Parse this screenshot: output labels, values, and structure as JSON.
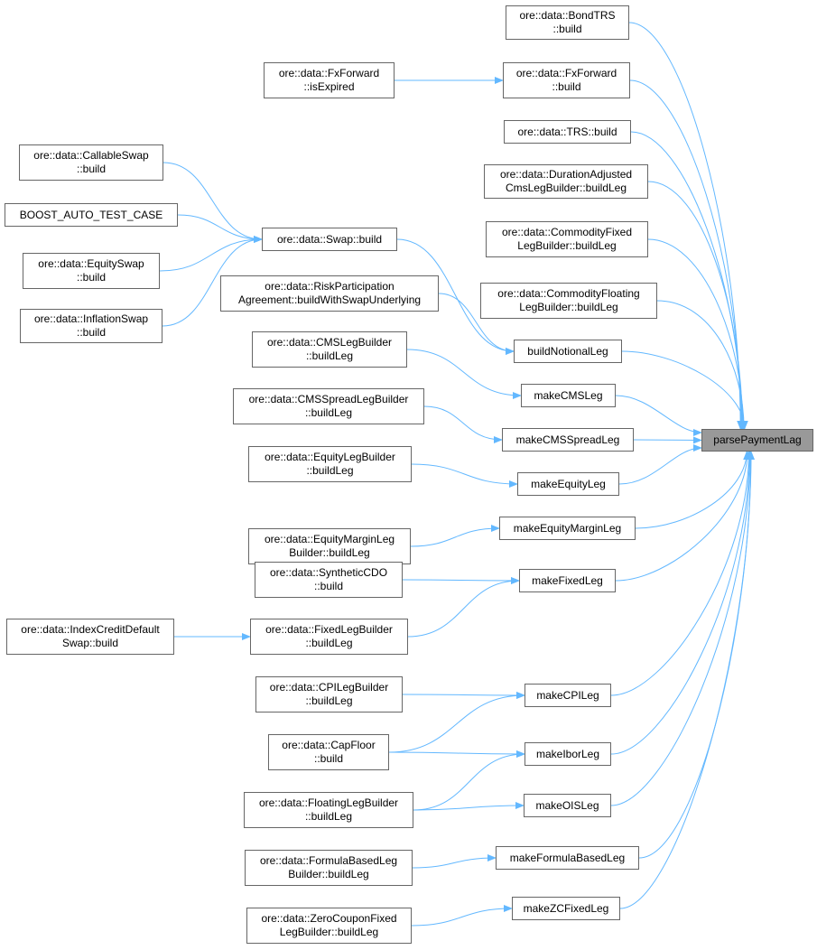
{
  "graph_type": "caller-graph",
  "edge_color": "#63b8ff",
  "target_fill": "#999999",
  "nodes": [
    {
      "id": "parsePaymentLag",
      "lines": [
        "parsePaymentLag"
      ],
      "target": true
    },
    {
      "id": "bondtrs",
      "lines": [
        "ore::data::BondTRS",
        "::build"
      ]
    },
    {
      "id": "fxbuild",
      "lines": [
        "ore::data::FxForward",
        "::build"
      ]
    },
    {
      "id": "fxexpired",
      "lines": [
        "ore::data::FxForward",
        "::isExpired"
      ]
    },
    {
      "id": "trs",
      "lines": [
        "ore::data::TRS::build"
      ]
    },
    {
      "id": "duradj",
      "lines": [
        "ore::data::DurationAdjusted",
        "CmsLegBuilder::buildLeg"
      ]
    },
    {
      "id": "comfixed",
      "lines": [
        "ore::data::CommodityFixed",
        "LegBuilder::buildLeg"
      ]
    },
    {
      "id": "comfloat",
      "lines": [
        "ore::data::CommodityFloating",
        "LegBuilder::buildLeg"
      ]
    },
    {
      "id": "callable",
      "lines": [
        "ore::data::CallableSwap",
        "::build"
      ]
    },
    {
      "id": "boost",
      "lines": [
        "BOOST_AUTO_TEST_CASE"
      ]
    },
    {
      "id": "swap",
      "lines": [
        "ore::data::Swap::build"
      ]
    },
    {
      "id": "eqswap",
      "lines": [
        "ore::data::EquitySwap",
        "::build"
      ]
    },
    {
      "id": "infswap",
      "lines": [
        "ore::data::InflationSwap",
        "::build"
      ]
    },
    {
      "id": "riskpart",
      "lines": [
        "ore::data::RiskParticipation",
        "Agreement::buildWithSwapUnderlying"
      ]
    },
    {
      "id": "notional",
      "lines": [
        "buildNotionalLeg"
      ]
    },
    {
      "id": "cmslb",
      "lines": [
        "ore::data::CMSLegBuilder",
        "::buildLeg"
      ]
    },
    {
      "id": "makecms",
      "lines": [
        "makeCMSLeg"
      ]
    },
    {
      "id": "cmsslb",
      "lines": [
        "ore::data::CMSSpreadLegBuilder",
        "::buildLeg"
      ]
    },
    {
      "id": "makecmss",
      "lines": [
        "makeCMSSpreadLeg"
      ]
    },
    {
      "id": "eqlb",
      "lines": [
        "ore::data::EquityLegBuilder",
        "::buildLeg"
      ]
    },
    {
      "id": "makeeq",
      "lines": [
        "makeEquityLeg"
      ]
    },
    {
      "id": "eqmlb",
      "lines": [
        "ore::data::EquityMarginLeg",
        "Builder::buildLeg"
      ]
    },
    {
      "id": "makeeqm",
      "lines": [
        "makeEquityMarginLeg"
      ]
    },
    {
      "id": "cdo",
      "lines": [
        "ore::data::SyntheticCDO",
        "::build"
      ]
    },
    {
      "id": "makefixed",
      "lines": [
        "makeFixedLeg"
      ]
    },
    {
      "id": "icds",
      "lines": [
        "ore::data::IndexCreditDefault",
        "Swap::build"
      ]
    },
    {
      "id": "fixedlb",
      "lines": [
        "ore::data::FixedLegBuilder",
        "::buildLeg"
      ]
    },
    {
      "id": "cpilb",
      "lines": [
        "ore::data::CPILegBuilder",
        "::buildLeg"
      ]
    },
    {
      "id": "makecpi",
      "lines": [
        "makeCPILeg"
      ]
    },
    {
      "id": "capfloor",
      "lines": [
        "ore::data::CapFloor",
        "::build"
      ]
    },
    {
      "id": "makeibor",
      "lines": [
        "makeIborLeg"
      ]
    },
    {
      "id": "floatlb",
      "lines": [
        "ore::data::FloatingLegBuilder",
        "::buildLeg"
      ]
    },
    {
      "id": "makeois",
      "lines": [
        "makeOISLeg"
      ]
    },
    {
      "id": "formlb",
      "lines": [
        "ore::data::FormulaBasedLeg",
        "Builder::buildLeg"
      ]
    },
    {
      "id": "makeform",
      "lines": [
        "makeFormulaBasedLeg"
      ]
    },
    {
      "id": "zclb",
      "lines": [
        "ore::data::ZeroCouponFixed",
        "LegBuilder::buildLeg"
      ]
    },
    {
      "id": "makezc",
      "lines": [
        "makeZCFixedLeg"
      ]
    }
  ],
  "edges": [
    [
      "bondtrs",
      "parsePaymentLag"
    ],
    [
      "fxbuild",
      "parsePaymentLag"
    ],
    [
      "trs",
      "parsePaymentLag"
    ],
    [
      "duradj",
      "parsePaymentLag"
    ],
    [
      "comfixed",
      "parsePaymentLag"
    ],
    [
      "comfloat",
      "parsePaymentLag"
    ],
    [
      "notional",
      "parsePaymentLag"
    ],
    [
      "makecms",
      "parsePaymentLag"
    ],
    [
      "makecmss",
      "parsePaymentLag"
    ],
    [
      "makeeq",
      "parsePaymentLag"
    ],
    [
      "makeeqm",
      "parsePaymentLag"
    ],
    [
      "makefixed",
      "parsePaymentLag"
    ],
    [
      "makecpi",
      "parsePaymentLag"
    ],
    [
      "makeibor",
      "parsePaymentLag"
    ],
    [
      "makeois",
      "parsePaymentLag"
    ],
    [
      "makeform",
      "parsePaymentLag"
    ],
    [
      "makezc",
      "parsePaymentLag"
    ],
    [
      "fxexpired",
      "fxbuild"
    ],
    [
      "callable",
      "swap"
    ],
    [
      "boost",
      "swap"
    ],
    [
      "eqswap",
      "swap"
    ],
    [
      "infswap",
      "swap"
    ],
    [
      "swap",
      "notional"
    ],
    [
      "riskpart",
      "notional"
    ],
    [
      "cmslb",
      "makecms"
    ],
    [
      "cmsslb",
      "makecmss"
    ],
    [
      "eqlb",
      "makeeq"
    ],
    [
      "eqmlb",
      "makeeqm"
    ],
    [
      "cdo",
      "makefixed"
    ],
    [
      "fixedlb",
      "makefixed"
    ],
    [
      "icds",
      "fixedlb"
    ],
    [
      "cpilb",
      "makecpi"
    ],
    [
      "capfloor",
      "makecpi"
    ],
    [
      "capfloor",
      "makeibor"
    ],
    [
      "floatlb",
      "makeibor"
    ],
    [
      "floatlb",
      "makeois"
    ],
    [
      "formlb",
      "makeform"
    ],
    [
      "zclb",
      "makezc"
    ]
  ]
}
